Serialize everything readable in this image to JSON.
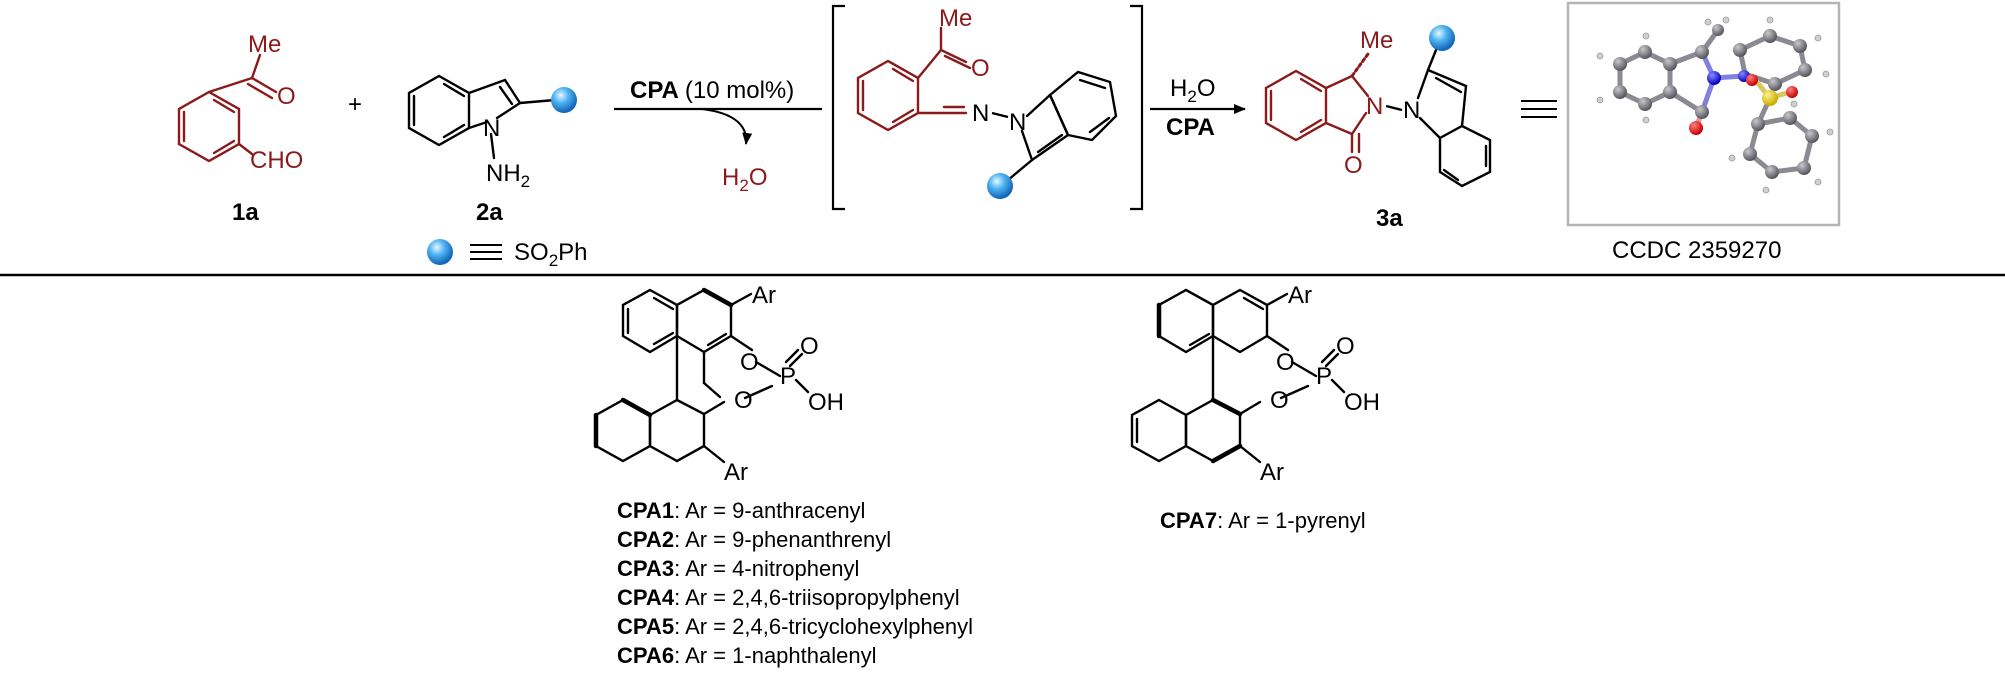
{
  "reaction": {
    "sm1": {
      "substituent": "Me",
      "atom_o": "O",
      "group": "CHO",
      "label": "1a"
    },
    "plus": "+",
    "sm2": {
      "atom_n": "N",
      "amine": "NH",
      "amine_sub": "2",
      "label": "2a"
    },
    "legend": {
      "symbol": "≡",
      "group_pre": "SO",
      "group_sub": "2",
      "group_post": "Ph"
    },
    "step1": {
      "catalyst": "CPA",
      "loading": "(10 mol%)",
      "byproduct_pre": "H",
      "byproduct_sub": "2",
      "byproduct_post": "O"
    },
    "intermediate": {
      "substituent": "Me",
      "atom_o": "O",
      "atom_n1": "N",
      "atom_n2": "N"
    },
    "step2": {
      "reagent_pre": "H",
      "reagent_sub": "2",
      "reagent_post": "O",
      "catalyst": "CPA"
    },
    "product": {
      "substituent": "Me",
      "atom_n1": "N",
      "atom_n2": "N",
      "atom_o": "O",
      "label": "3a"
    },
    "equiv": "≡",
    "crystal": {
      "ccdc": "CCDC 2359270"
    }
  },
  "catalysts": {
    "struct_left": {
      "ar_top": "Ar",
      "ar_bottom": "Ar",
      "o1": "O",
      "o2": "O",
      "p": "P",
      "o_double": "O",
      "oh": "OH"
    },
    "struct_right": {
      "ar_top": "Ar",
      "ar_bottom": "Ar",
      "o1": "O",
      "o2": "O",
      "p": "P",
      "o_double": "O",
      "oh": "OH"
    },
    "list_left": [
      {
        "name": "CPA1",
        "desc": ": Ar = 9-anthracenyl"
      },
      {
        "name": "CPA2",
        "desc": ": Ar = 9-phenanthrenyl"
      },
      {
        "name": "CPA3",
        "desc": ": Ar = 4-nitrophenyl"
      },
      {
        "name": "CPA4",
        "desc": ": Ar = 2,4,6-triisopropylphenyl"
      },
      {
        "name": "CPA5",
        "desc": ": Ar = 2,4,6-tricyclohexylphenyl"
      },
      {
        "name": "CPA6",
        "desc": ": Ar = 1-naphthalenyl"
      }
    ],
    "list_right": [
      {
        "name": "CPA7",
        "desc": ": Ar = 1-pyrenyl"
      }
    ]
  }
}
